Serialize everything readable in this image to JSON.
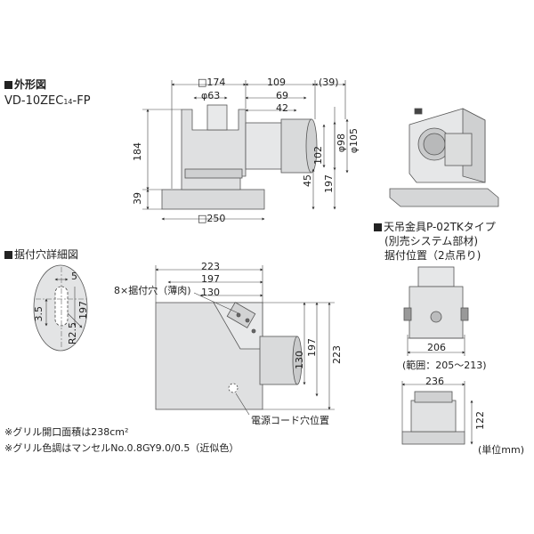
{
  "header_main": "外形図",
  "model": "VD-10ZEC",
  "model_sub": "14",
  "model_tail": "-FP",
  "side": {
    "d174": "□174",
    "d109": "109",
    "d39top": "(39)",
    "d69": "69",
    "d42": "42",
    "phi63": "φ63",
    "d184": "184",
    "d102": "102",
    "phi98": "φ98",
    "phi105": "φ105",
    "d45": "45",
    "d197": "197",
    "d39": "39",
    "d250": "□250"
  },
  "hanger": {
    "title": "天吊金具P-02TKタイプ",
    "sub1": "(別売システム部材)",
    "sub2": "据付位置（2点吊り)",
    "d206": "206",
    "range": "(範囲：205～213)",
    "d236": "236",
    "d122": "122",
    "unit": "(単位mm)"
  },
  "detail": {
    "title": "据付穴詳細図",
    "d5": "5",
    "d35": "3.5",
    "d197": "197",
    "r25": "R2.5"
  },
  "bottom": {
    "d223": "223",
    "d197": "197",
    "d130": "130",
    "holes": "8×据付穴（薄肉)",
    "v130": "130",
    "v197": "197",
    "v223": "223",
    "cord": "電源コード穴位置"
  },
  "notes": {
    "n1": "※グリル開口面積は238cm²",
    "n2": "※グリル色調はマンセルNo.0.8GY9.0/0.5（近似色）"
  }
}
